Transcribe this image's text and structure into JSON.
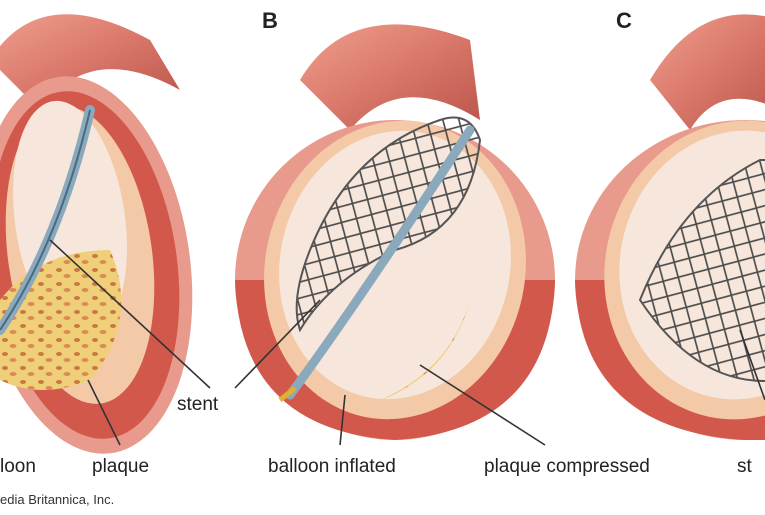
{
  "panels": [
    {
      "letter": ""
    },
    {
      "letter": "B"
    },
    {
      "letter": "C"
    }
  ],
  "labels": {
    "balloon_partial": "loon",
    "plaque": "plaque",
    "stent": "stent",
    "balloon_inflated": "balloon inflated",
    "plaque_compressed": "plaque compressed",
    "stent_partial": "st"
  },
  "credit": "edia Britannica, Inc.",
  "colors": {
    "artery_outer": "#d9776a",
    "artery_wall": "#e89a8c",
    "muscle_band": "#d2584c",
    "inner_lining": "#f3c9a8",
    "plaque": "#f0cf79",
    "plaque_spots": "#c97744",
    "lumen": "#f7e6dc",
    "stent_mesh": "#555555",
    "catheter": "#8aa9bd"
  }
}
